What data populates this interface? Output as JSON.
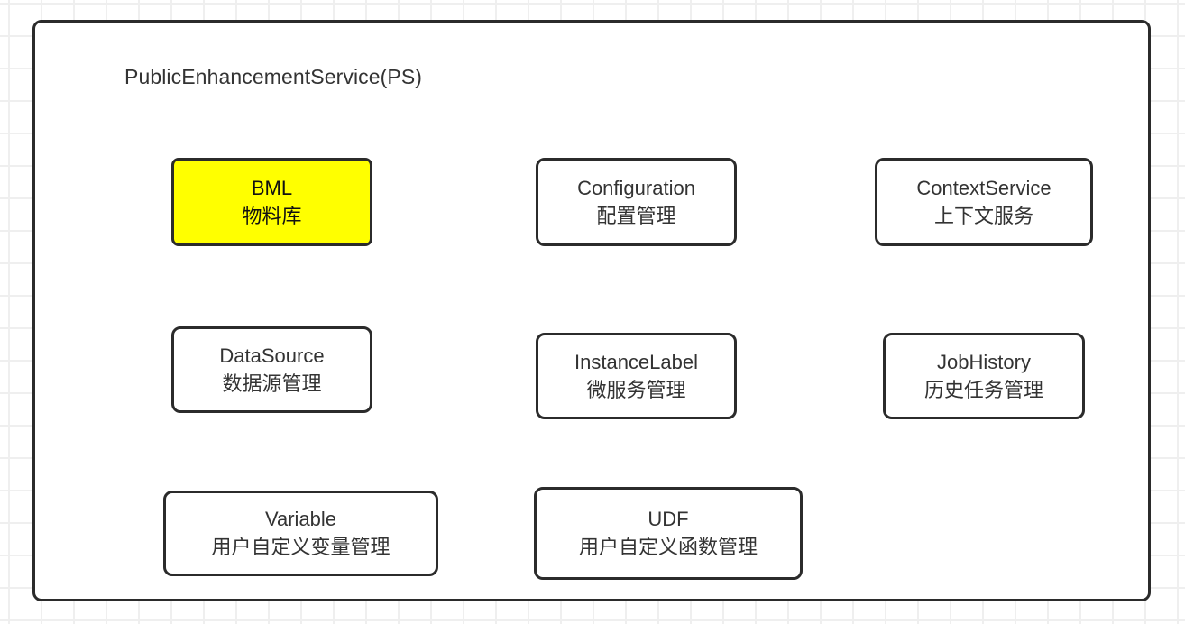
{
  "diagram": {
    "title": "PublicEnhancementService(PS)",
    "colors": {
      "border": "#2b2b2b",
      "text": "#333333",
      "highlight_fill": "#ffff00",
      "box_fill": "#ffffff",
      "grid_line": "#efefef",
      "background": "#ffffff"
    },
    "modules": [
      {
        "name": "BML",
        "desc": "物料库",
        "highlighted": true
      },
      {
        "name": "Configuration",
        "desc": "配置管理",
        "highlighted": false
      },
      {
        "name": "ContextService",
        "desc": "上下文服务",
        "highlighted": false
      },
      {
        "name": "DataSource",
        "desc": "数据源管理",
        "highlighted": false
      },
      {
        "name": "InstanceLabel",
        "desc": "微服务管理",
        "highlighted": false
      },
      {
        "name": "JobHistory",
        "desc": "历史任务管理",
        "highlighted": false
      },
      {
        "name": "Variable",
        "desc": "用户自定义变量管理",
        "highlighted": false
      },
      {
        "name": "UDF",
        "desc": "用户自定义函数管理",
        "highlighted": false
      }
    ]
  }
}
